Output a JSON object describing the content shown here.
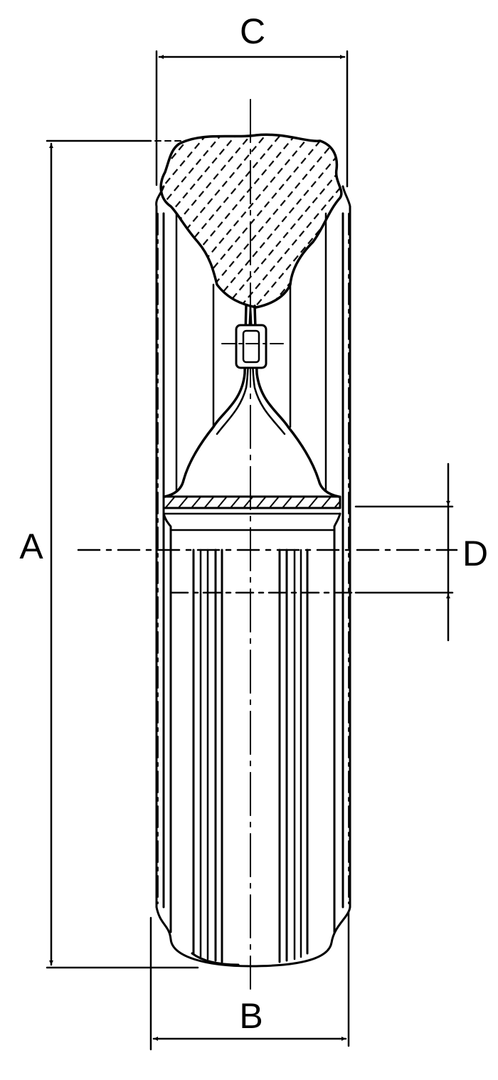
{
  "diagram": {
    "labels": {
      "a": "A",
      "b": "B",
      "c": "C",
      "d": "D"
    },
    "colors": {
      "stroke": "#000000",
      "background": "#ffffff"
    }
  }
}
